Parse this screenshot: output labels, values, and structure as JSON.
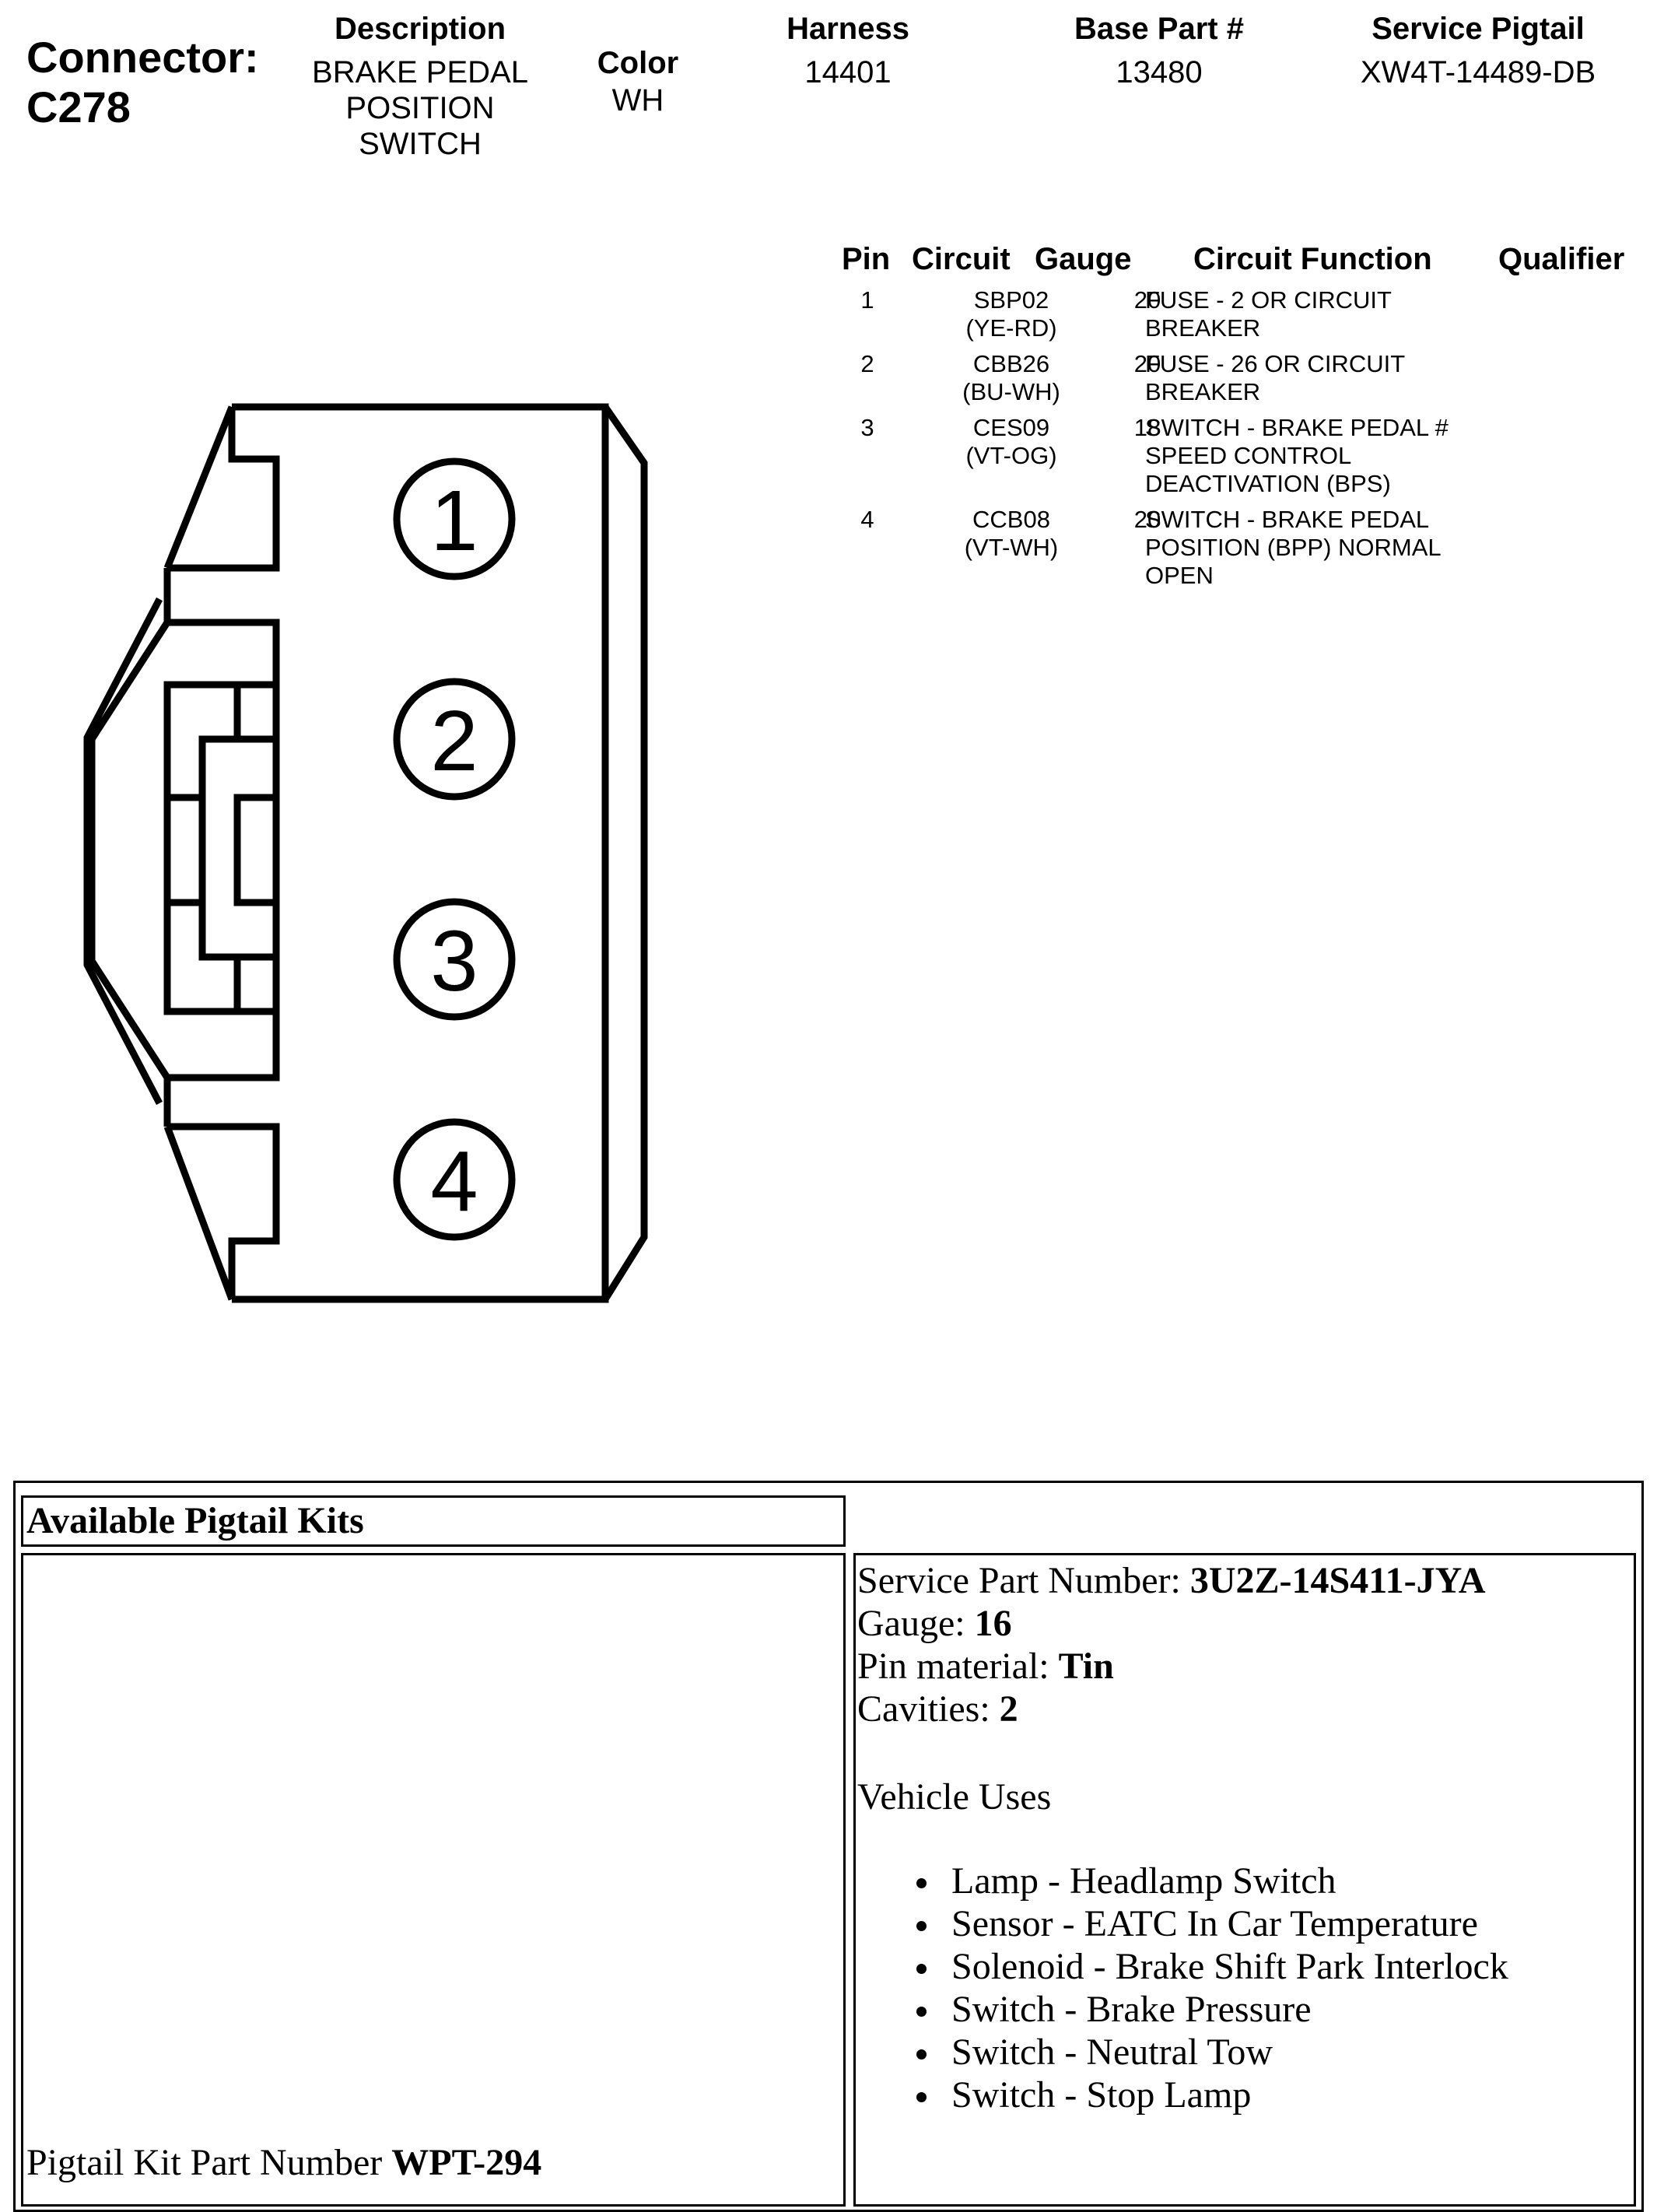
{
  "connector": {
    "label": "Connector:",
    "id": "C278"
  },
  "header": {
    "description_label": "Description",
    "description_lines": [
      "BRAKE PEDAL",
      "POSITION",
      "SWITCH"
    ],
    "color_label": "Color",
    "color_value": "WH",
    "harness_label": "Harness",
    "harness_value": "14401",
    "base_part_label": "Base Part #",
    "base_part_value": "13480",
    "service_pigtail_label": "Service Pigtail",
    "service_pigtail_value": "XW4T-14489-DB"
  },
  "pin_table": {
    "headers": {
      "pin": "Pin",
      "circuit": "Circuit",
      "gauge": "Gauge",
      "function": "Circuit Function",
      "qualifier": "Qualifier"
    },
    "rows": [
      {
        "pin": "1",
        "circuit": "SBP02",
        "circuit_color": "(YE-RD)",
        "gauge": "20",
        "function": [
          "FUSE - 2 OR CIRCUIT",
          "BREAKER"
        ]
      },
      {
        "pin": "2",
        "circuit": "CBB26",
        "circuit_color": "(BU-WH)",
        "gauge": "20",
        "function": [
          "FUSE - 26 OR CIRCUIT",
          "BREAKER"
        ]
      },
      {
        "pin": "3",
        "circuit": "CES09",
        "circuit_color": "(VT-OG)",
        "gauge": "18",
        "function": [
          "SWITCH - BRAKE PEDAL #",
          "SPEED CONTROL",
          "DEACTIVATION (BPS)"
        ]
      },
      {
        "pin": "4",
        "circuit": "CCB08",
        "circuit_color": "(VT-WH)",
        "gauge": "20",
        "function": [
          "SWITCH - BRAKE PEDAL",
          "POSITION (BPP) NORMAL",
          "OPEN"
        ]
      }
    ]
  },
  "drawing": {
    "pin_numbers": [
      "1",
      "2",
      "3",
      "4"
    ]
  },
  "pigtail_kits": {
    "title": "Available Pigtail Kits",
    "kit_part_label": "Pigtail Kit Part Number ",
    "kit_part_value": "WPT-294",
    "service_part_label": "Service Part Number: ",
    "service_part_value": "3U2Z-14S411-JYA",
    "gauge_label": "Gauge: ",
    "gauge_value": "16",
    "pin_material_label": "Pin material: ",
    "pin_material_value": "Tin",
    "cavities_label": "Cavities: ",
    "cavities_value": "2",
    "vehicle_uses_label": "Vehicle Uses",
    "vehicle_uses": [
      "Lamp - Headlamp Switch",
      "Sensor - EATC In Car Temperature",
      "Solenoid - Brake Shift Park Interlock",
      "Switch - Brake Pressure",
      "Switch - Neutral Tow",
      "Switch - Stop Lamp"
    ]
  }
}
